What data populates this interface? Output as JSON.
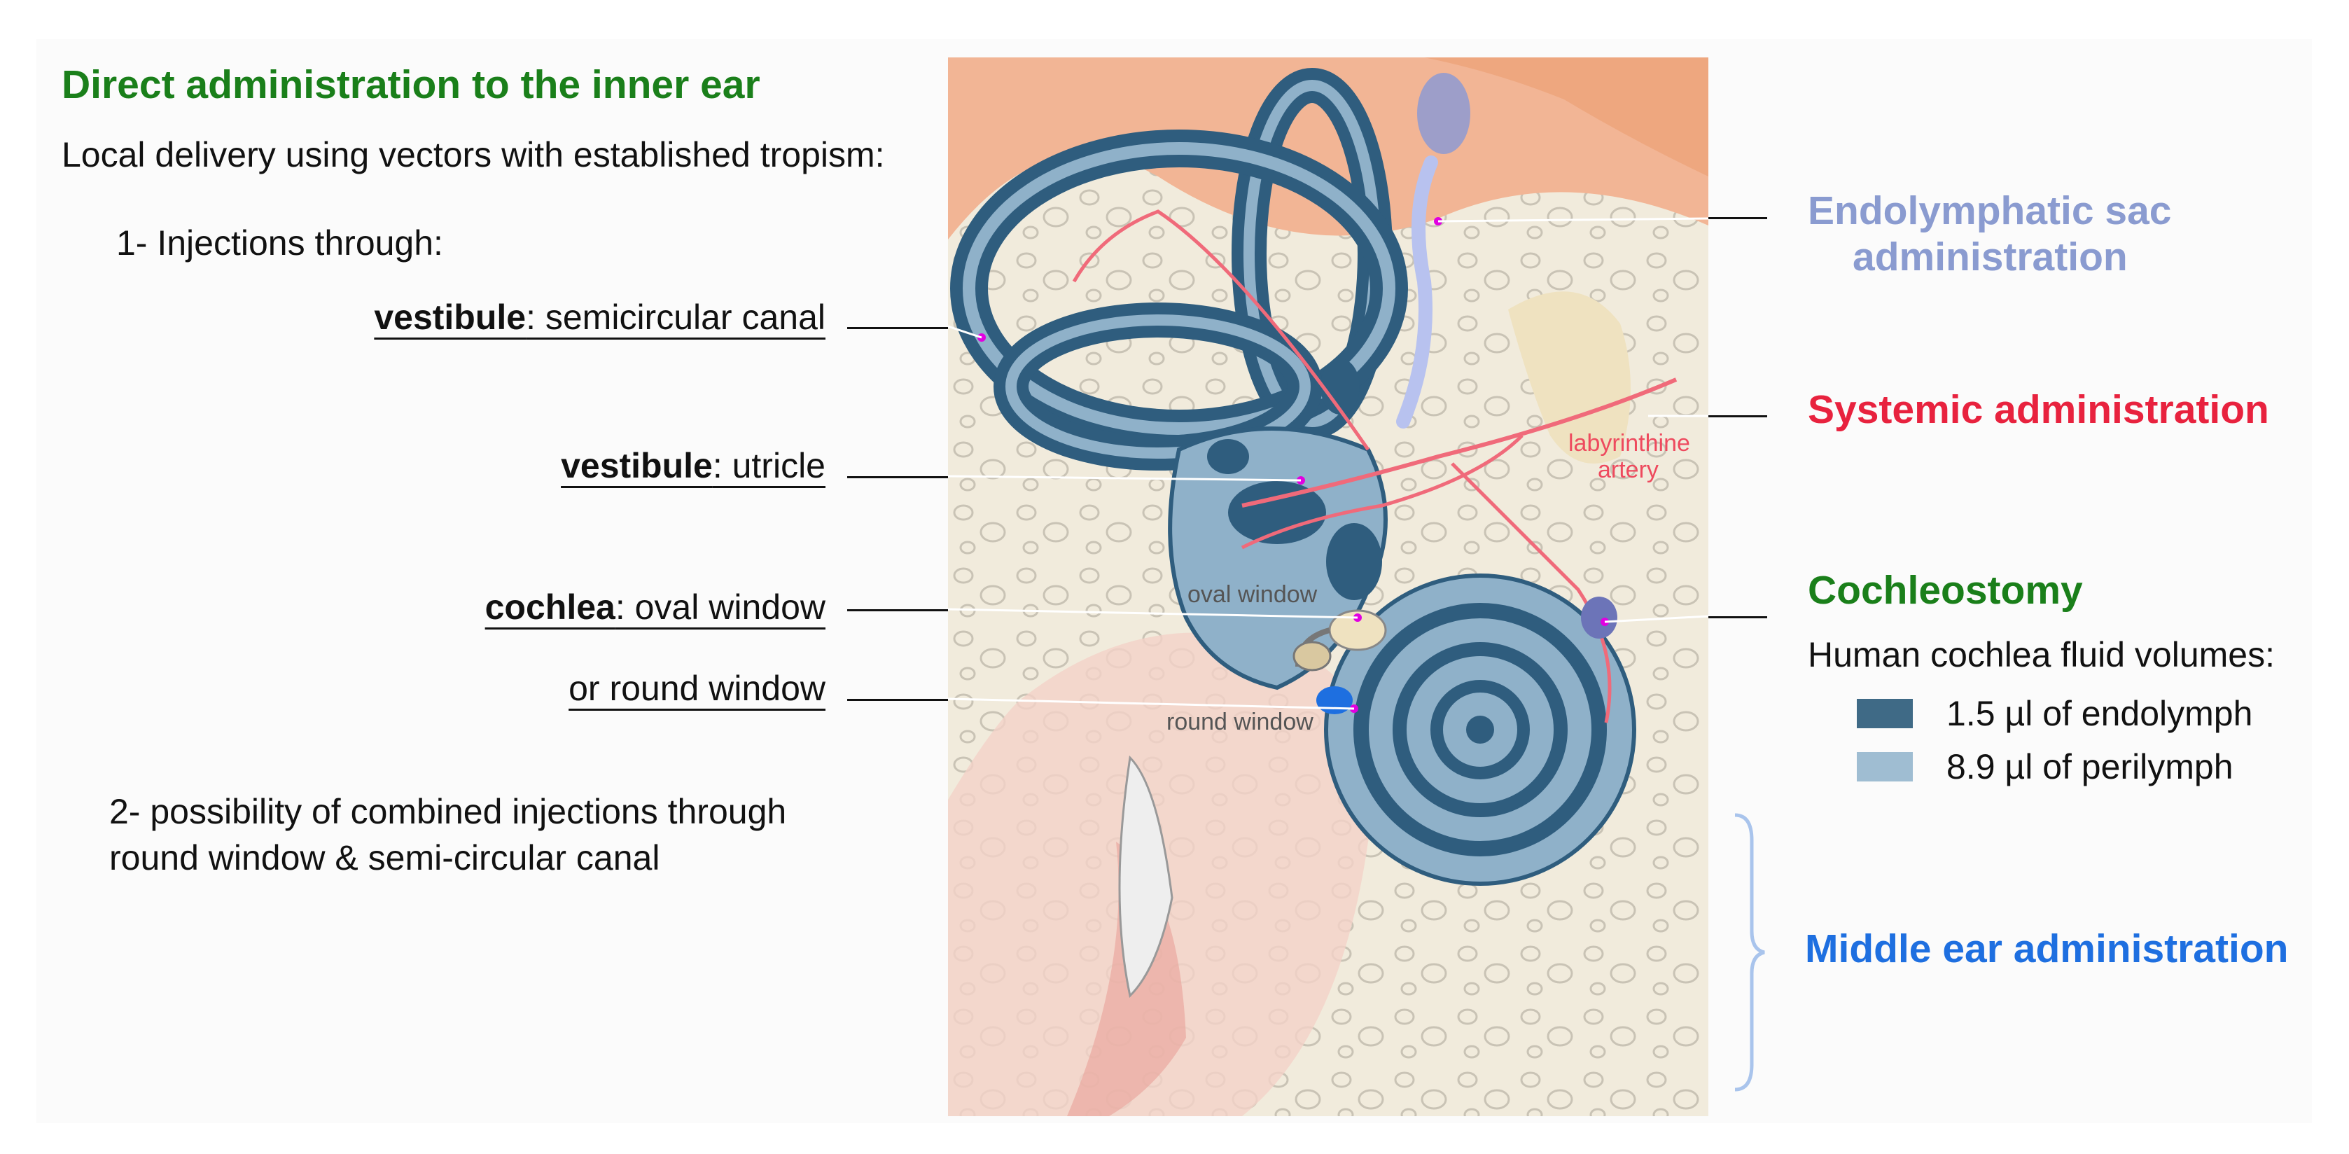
{
  "left": {
    "title": "Direct administration to the inner ear",
    "subtitle": "Local delivery using vectors with established tropism:",
    "item1": "1- Injections through:",
    "sites": [
      {
        "bold": "vestibule",
        "rest": ": semicircular canal"
      },
      {
        "bold": "vestibule",
        "rest": ": utricle"
      },
      {
        "bold": "cochlea",
        "rest": ": oval window"
      },
      {
        "bold": "",
        "rest": "or round window"
      }
    ],
    "item2_line1": "2- possibility of combined injections through",
    "item2_line2": "round window & semi-circular canal"
  },
  "illustration": {
    "oval_window": "oval window",
    "round_window": "round window",
    "artery_line1": "labyrinthine",
    "artery_line2": "artery"
  },
  "right": {
    "endolymphatic_line1": "Endolymphatic sac",
    "endolymphatic_line2": "administration",
    "systemic": "Systemic administration",
    "cochleostomy": "Cochleostomy",
    "fluid_title": "Human cochlea fluid volumes:",
    "legend": [
      {
        "label": "1.5 µl of endolymph",
        "color": "#3f6a86"
      },
      {
        "label": "8.9 µl of perilymph",
        "color": "#9fbdd2"
      }
    ],
    "middle_ear": "Middle ear administration"
  },
  "colors": {
    "green": "#1a7f1a",
    "endolymphatic": "#8a9bd0",
    "systemic": "#e8223e",
    "middle_ear": "#1e6fe0",
    "brace": "#a9c4ec"
  }
}
